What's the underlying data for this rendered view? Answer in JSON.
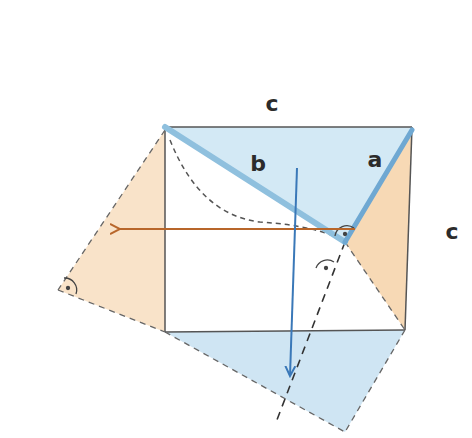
{
  "diagram": {
    "labels": [
      "c",
      "b",
      "a",
      "c"
    ]
  }
}
